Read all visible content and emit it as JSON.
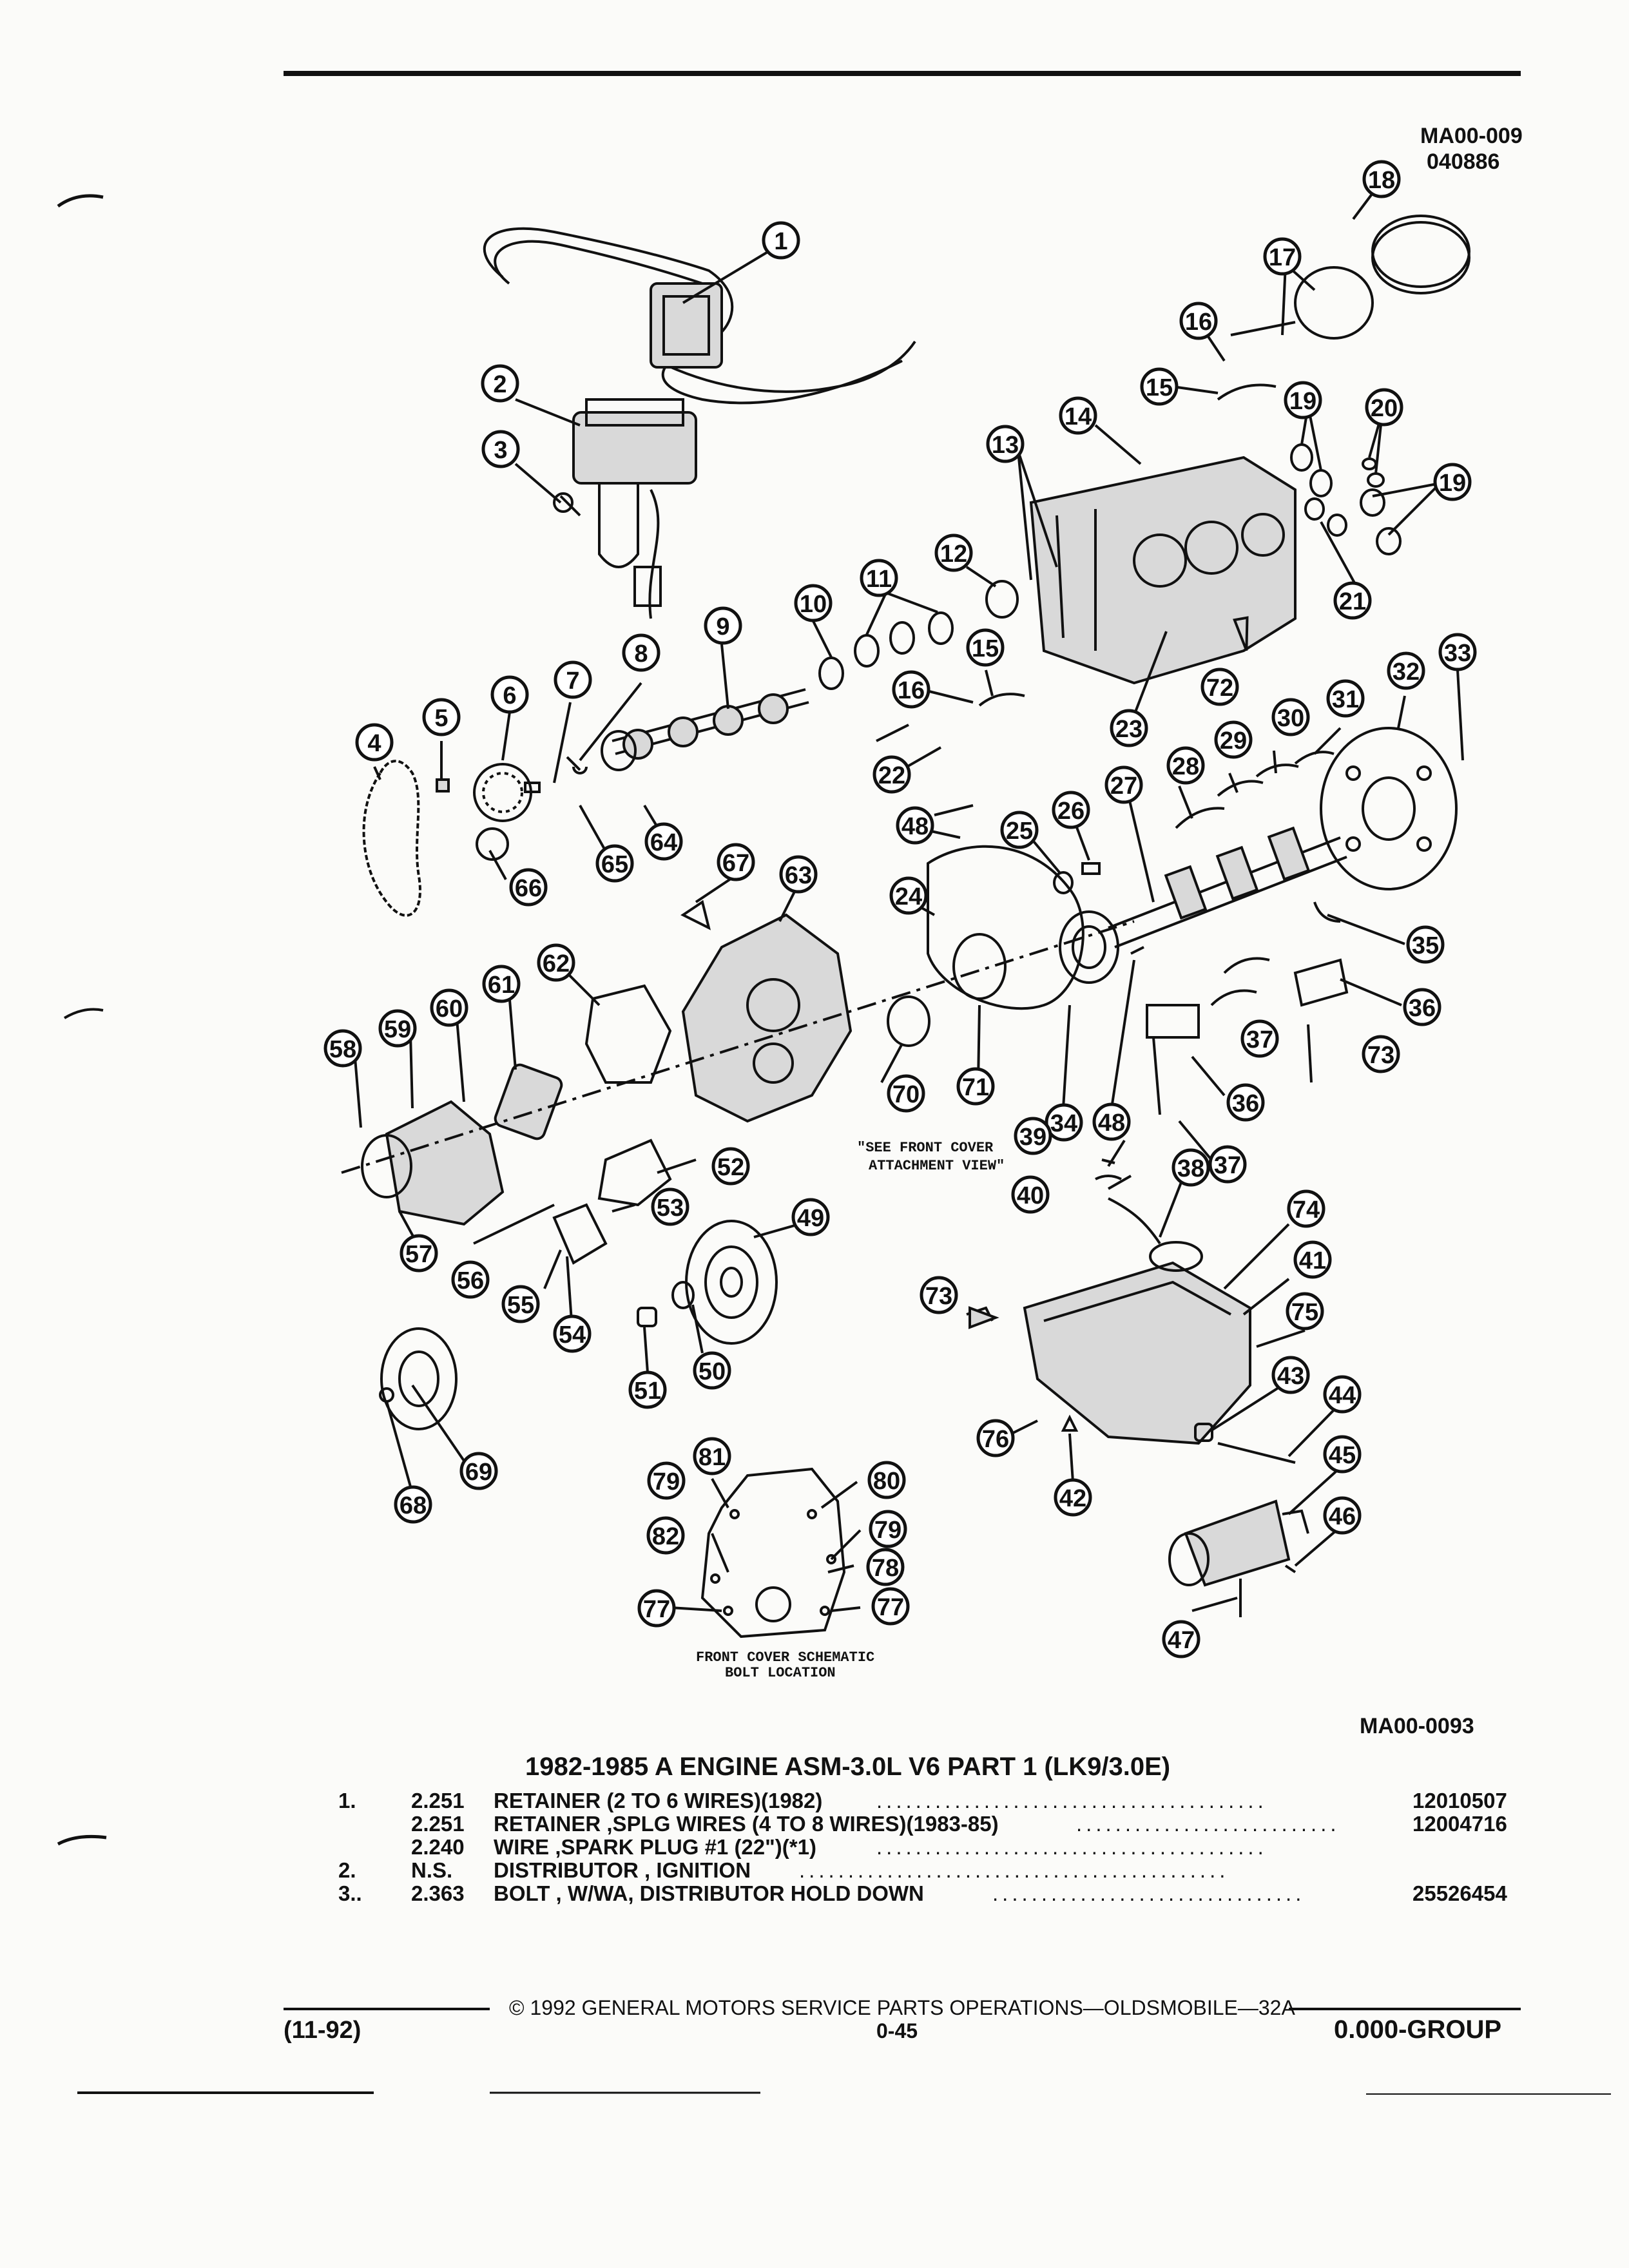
{
  "header": {
    "doc_code": "MA00-009",
    "doc_date": "040886"
  },
  "diagram": {
    "figure_id": "MA00-0093",
    "note_front_cover": [
      "\"SEE FRONT COVER",
      "ATTACHMENT VIEW\""
    ],
    "schematic_caption": [
      "FRONT COVER SCHEMATIC",
      "BOLT LOCATION"
    ]
  },
  "section": {
    "title": "1982-1985 A ENGINE ASM-3.0L V6 PART 1 (LK9/3.0E)",
    "items": [
      {
        "num": "1.",
        "code": "2.251",
        "desc": "RETAINER (2 TO 6 WIRES)(1982)",
        "part": "12010507"
      },
      {
        "num": "",
        "code": "2.251",
        "desc": "RETAINER ,SPLG WIRES (4 TO 8 WIRES)(1983-85)",
        "part": "12004716"
      },
      {
        "num": "",
        "code": "2.240",
        "desc": "WIRE ,SPARK PLUG #1 (22\")(*1)",
        "part": ""
      },
      {
        "num": "2.",
        "code": "N.S.",
        "desc": "DISTRIBUTOR , IGNITION",
        "part": ""
      },
      {
        "num": "3..",
        "code": "2.363",
        "desc": "BOLT , W/WA, DISTRIBUTOR HOLD DOWN",
        "part": "25526454"
      }
    ]
  },
  "footer": {
    "copyright": "© 1992 GENERAL MOTORS SERVICE PARTS OPERATIONS—OLDSMOBILE—32A",
    "date": "(11-92)",
    "page": "0-45",
    "group": "0.000-GROUP"
  }
}
